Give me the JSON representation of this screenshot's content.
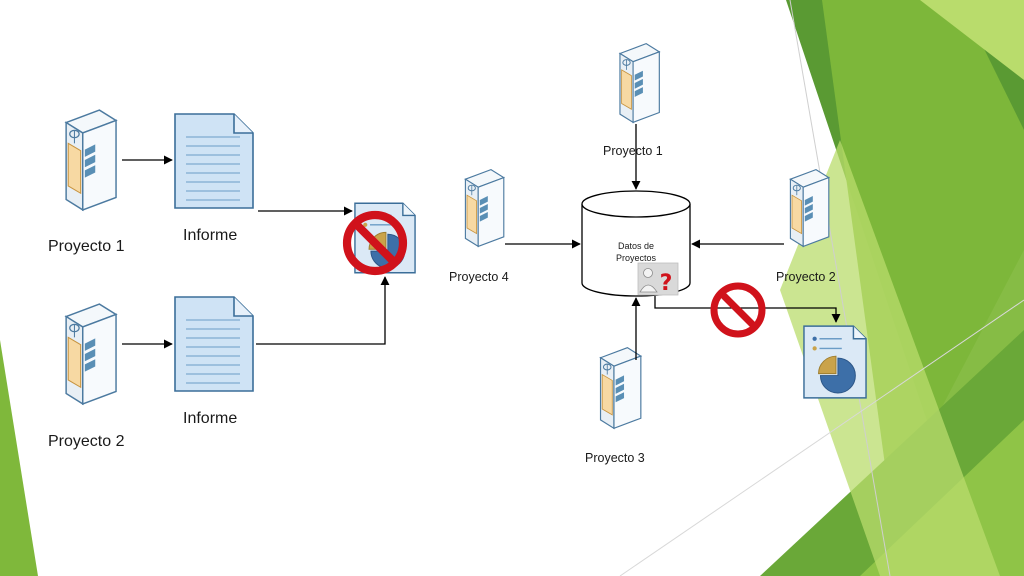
{
  "left_flow": {
    "project_1": {
      "label": "Proyecto 1"
    },
    "report_1": {
      "label": "Informe"
    },
    "project_2": {
      "label": "Proyecto 2"
    },
    "report_2": {
      "label": "Informe"
    }
  },
  "right_flow": {
    "database": {
      "label_line1": "Datos de",
      "label_line2": "Proyectos"
    },
    "project_1": {
      "label": "Proyecto 1"
    },
    "project_2": {
      "label": "Proyecto 2"
    },
    "project_3": {
      "label": "Proyecto 3"
    },
    "project_4": {
      "label": "Proyecto 4"
    }
  },
  "colors": {
    "server_body": "#eef3f7",
    "server_face": "#f7d9a3",
    "server_accent": "#5a8fb5",
    "document_fill": "#cfe3f5",
    "document_stroke": "#3b6e99",
    "prohibit_red": "#d0121b",
    "pie_blue": "#3d6fa8",
    "pie_gold": "#caa34a",
    "green_dark": "#5a9a33",
    "green_mid": "#7fb83b",
    "green_light": "#b9dc6c"
  },
  "icons": [
    "server-icon",
    "document-icon",
    "database-icon",
    "prohibited-icon",
    "report-chart-icon",
    "help-person-icon"
  ]
}
